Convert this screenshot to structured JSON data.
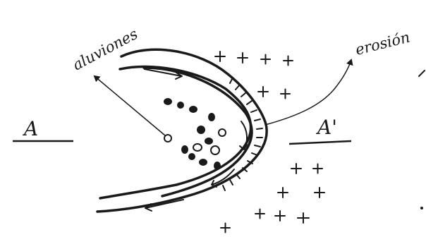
{
  "labels": {
    "alluvium": "aluviones",
    "erosion": "erosión",
    "section_left": "A",
    "section_right": "A'"
  }
}
